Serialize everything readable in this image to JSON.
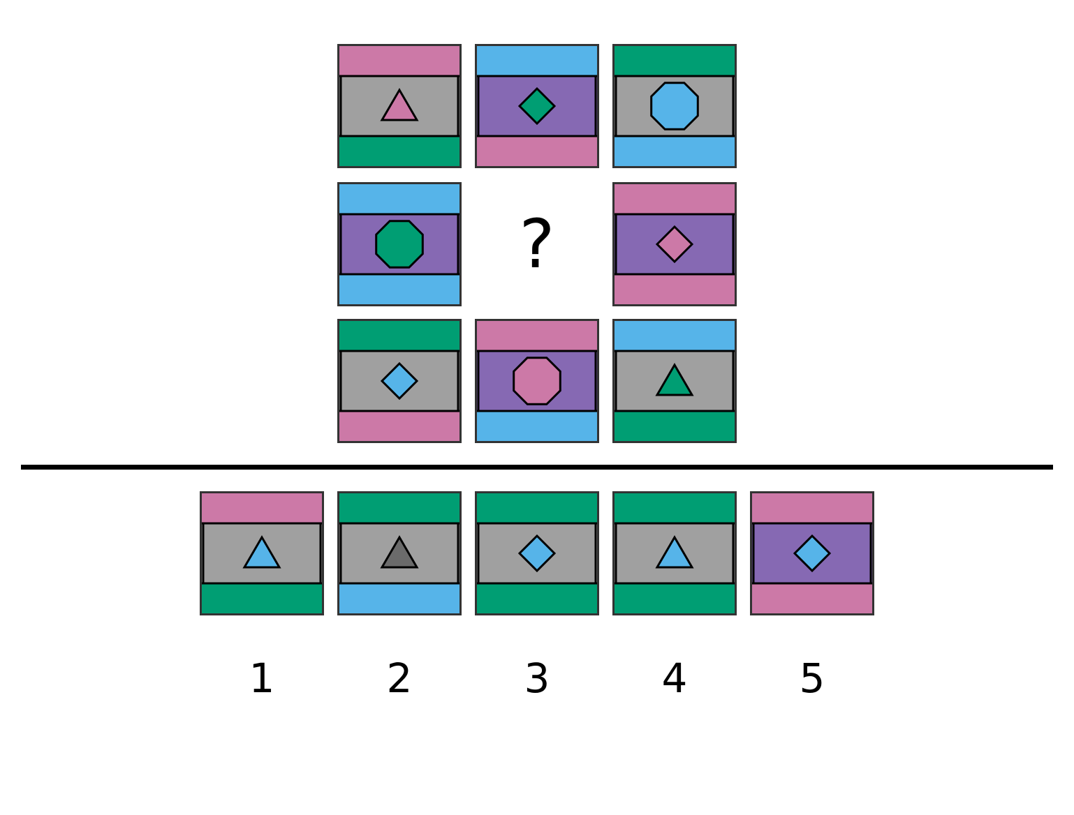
{
  "colors": {
    "pink": "#cc79a7",
    "blue": "#56b4e9",
    "green": "#009e73",
    "gray": "#a0a0a0",
    "purple": "#8669b3",
    "dark_gray": "#6b6b6b",
    "border": "#333333",
    "stroke": "#000000"
  },
  "puzzle": {
    "missing_marker": "?",
    "grid": [
      [
        {
          "top": "pink",
          "middle": "gray",
          "bottom": "green",
          "shape": "triangle",
          "shape_color": "pink"
        },
        {
          "top": "blue",
          "middle": "purple",
          "bottom": "pink",
          "shape": "diamond",
          "shape_color": "green"
        },
        {
          "top": "green",
          "middle": "gray",
          "bottom": "blue",
          "shape": "octagon",
          "shape_color": "blue"
        }
      ],
      [
        {
          "top": "blue",
          "middle": "purple",
          "bottom": "blue",
          "shape": "octagon",
          "shape_color": "green"
        },
        null,
        {
          "top": "pink",
          "middle": "purple",
          "bottom": "pink",
          "shape": "diamond",
          "shape_color": "pink"
        }
      ],
      [
        {
          "top": "green",
          "middle": "gray",
          "bottom": "pink",
          "shape": "diamond",
          "shape_color": "blue"
        },
        {
          "top": "pink",
          "middle": "purple",
          "bottom": "blue",
          "shape": "octagon",
          "shape_color": "pink"
        },
        {
          "top": "blue",
          "middle": "gray",
          "bottom": "green",
          "shape": "triangle",
          "shape_color": "green"
        }
      ]
    ]
  },
  "options": [
    {
      "label": "1",
      "top": "pink",
      "middle": "gray",
      "bottom": "green",
      "shape": "triangle",
      "shape_color": "blue"
    },
    {
      "label": "2",
      "top": "green",
      "middle": "gray",
      "bottom": "blue",
      "shape": "triangle",
      "shape_color": "dark_gray"
    },
    {
      "label": "3",
      "top": "green",
      "middle": "gray",
      "bottom": "green",
      "shape": "diamond",
      "shape_color": "blue"
    },
    {
      "label": "4",
      "top": "green",
      "middle": "gray",
      "bottom": "green",
      "shape": "triangle",
      "shape_color": "blue"
    },
    {
      "label": "5",
      "top": "pink",
      "middle": "purple",
      "bottom": "pink",
      "shape": "diamond",
      "shape_color": "blue"
    }
  ]
}
